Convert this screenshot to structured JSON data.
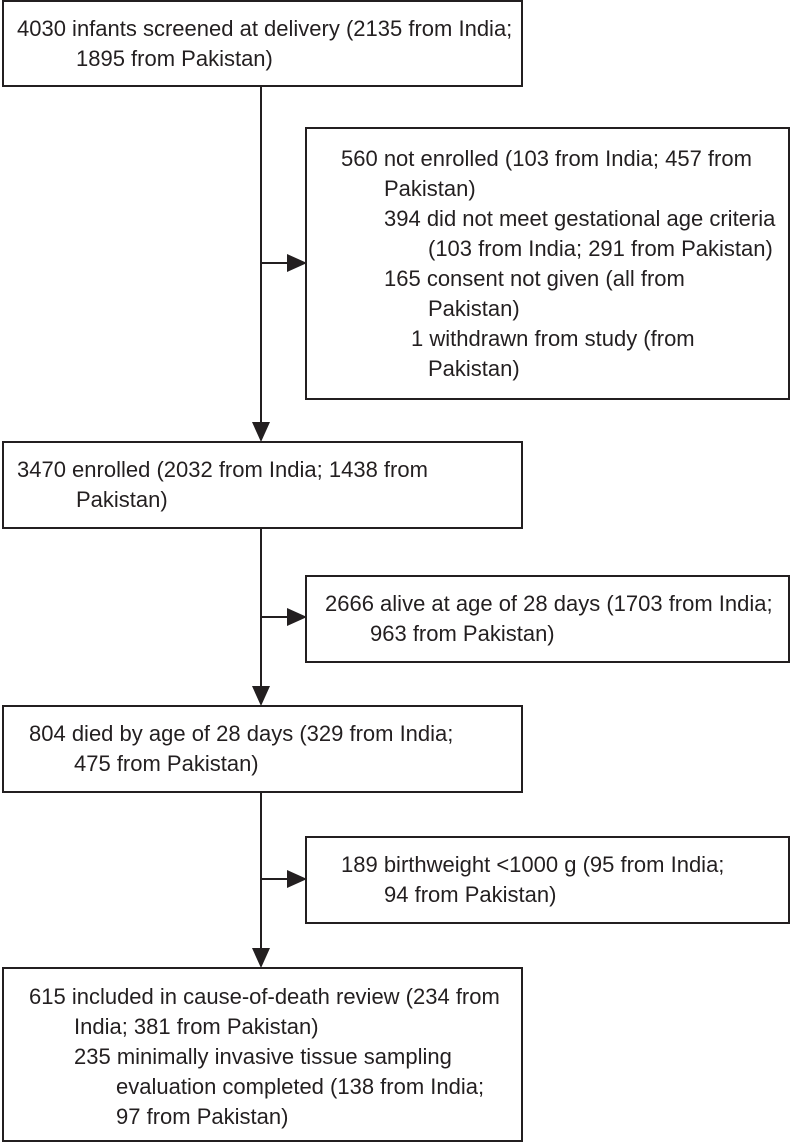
{
  "flowchart": {
    "screened": {
      "line1": "4030 infants screened at delivery (2135 from India;",
      "line2": "1895 from Pakistan)"
    },
    "not_enrolled": {
      "line1": "560 not enrolled (103 from India; 457 from",
      "line2": "Pakistan)",
      "reasons": [
        {
          "line1": "394 did not meet gestational age criteria",
          "line2": "(103 from India; 291 from Pakistan)"
        },
        {
          "line1": "165 consent not given (all from",
          "line2": "Pakistan)"
        },
        {
          "line1": "1 withdrawn from study (from",
          "line2": "Pakistan)"
        }
      ]
    },
    "enrolled": {
      "line1": "3470 enrolled (2032 from India; 1438 from",
      "line2": "Pakistan)"
    },
    "alive": {
      "line1": "2666 alive at age of 28 days (1703 from India;",
      "line2": "963 from Pakistan)"
    },
    "died": {
      "line1": "804 died by age of 28 days (329 from India;",
      "line2": "475 from Pakistan)"
    },
    "birthweight": {
      "line1": "189 birthweight <1000 g (95 from India;",
      "line2": "94 from Pakistan)"
    },
    "included": {
      "line1": "615 included in cause-of-death review (234 from",
      "line2": "India; 381 from Pakistan)",
      "sub": {
        "line1": "235 minimally invasive tissue sampling",
        "line2": "evaluation completed (138 from India;",
        "line3": "97 from Pakistan)"
      }
    }
  }
}
